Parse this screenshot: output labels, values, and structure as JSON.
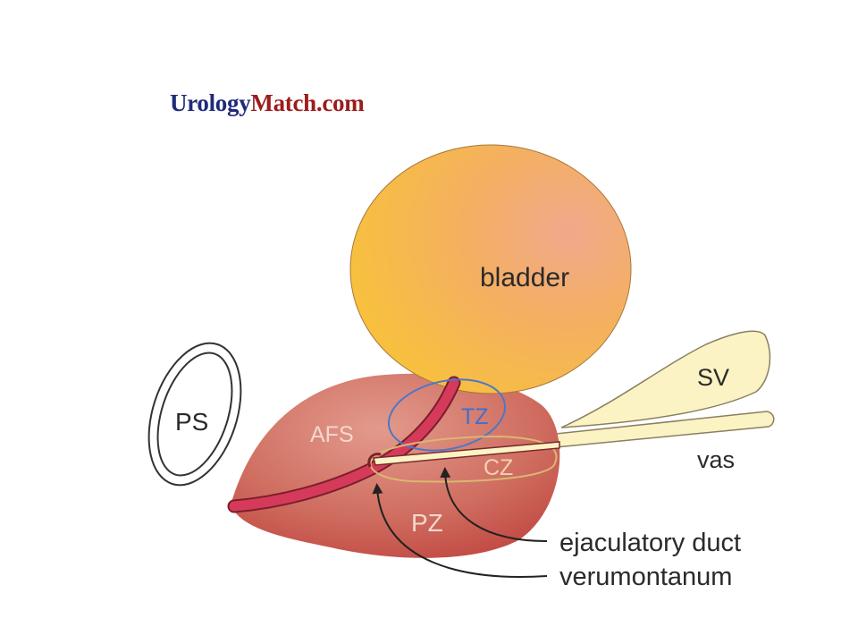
{
  "logo": {
    "part1": "Urology",
    "part2": "Match.com"
  },
  "labels": {
    "bladder": "bladder",
    "ps": "PS",
    "afs": "AFS",
    "tz": "TZ",
    "cz": "CZ",
    "pz": "PZ",
    "sv": "SV",
    "vas": "vas",
    "ejaculatory_duct": "ejaculatory duct",
    "verumontanum": "verumontanum"
  },
  "colors": {
    "logo_blue": "#1f2b7a",
    "logo_red": "#9c1c1c",
    "bladder_fill": "#f4b060",
    "prostate_fill": "#c85a52",
    "urethra_fill": "#d63a5a",
    "tz_outline": "#4a78c8",
    "cz_outline": "#d8b870",
    "sv_fill": "#fbf3c4"
  }
}
